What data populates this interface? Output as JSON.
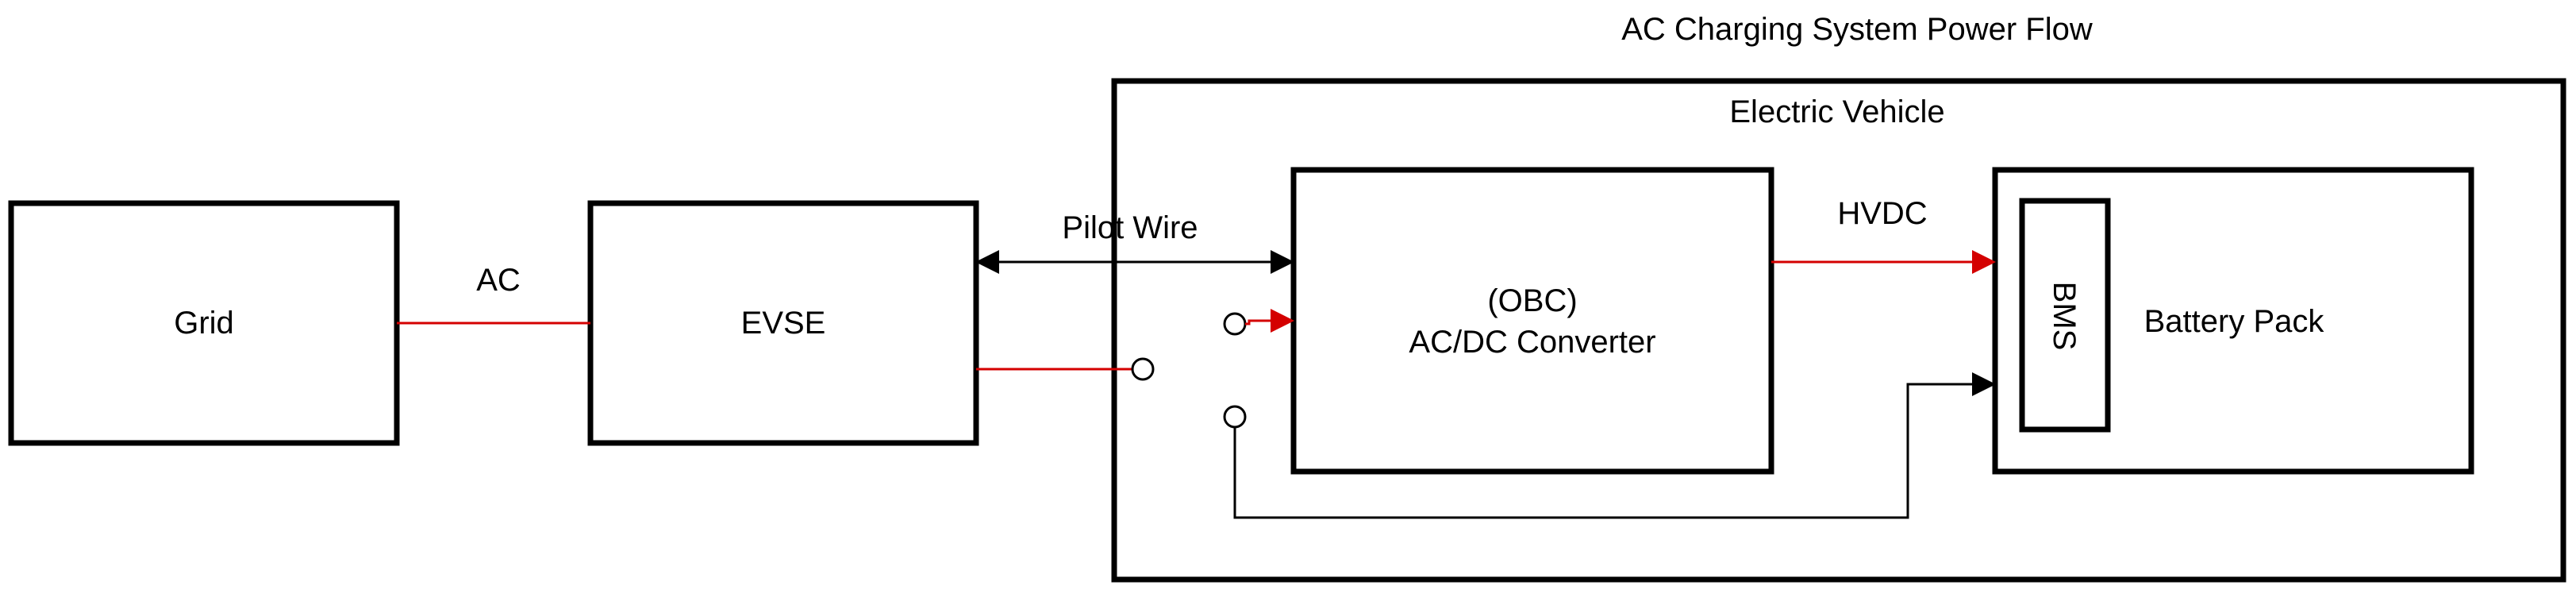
{
  "title": "AC Charging System Power Flow",
  "blocks": {
    "grid": "Grid",
    "evse": "EVSE",
    "vehicle": "Electric Vehicle",
    "obc_line1": "(OBC)",
    "obc_line2": "AC/DC Converter",
    "battery": "Battery Pack",
    "bms": "BMS"
  },
  "connections": {
    "ac": "AC",
    "pilot": "Pilot Wire",
    "hvdc": "HVDC"
  },
  "colors": {
    "power_line": "#d40000",
    "signal_line": "#000000"
  }
}
